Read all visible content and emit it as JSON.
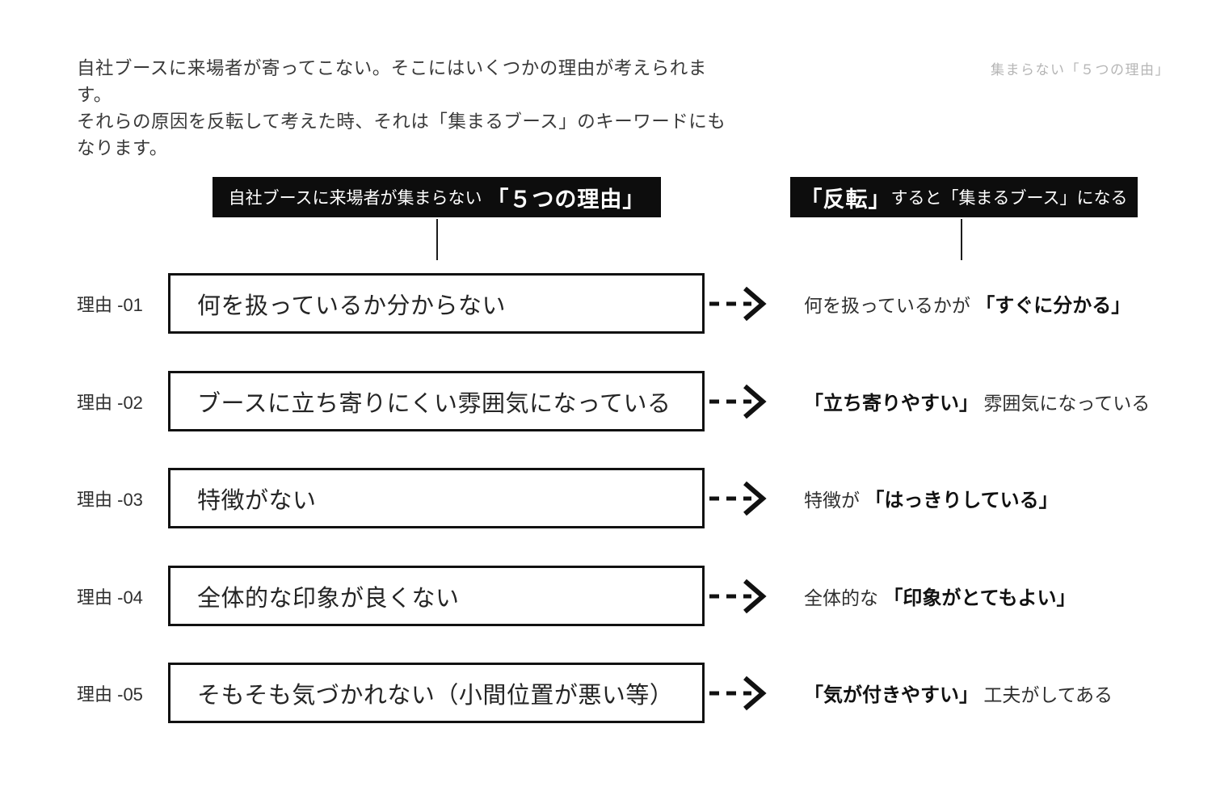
{
  "page": {
    "intro": "自社ブースに来場者が寄ってこない。そこにはいくつかの理由が考えられます。\nそれらの原因を反転して考えた時、それは「集まるブース」のキーワードにも\nなります。",
    "corner_note": "集まらない「５つの理由」"
  },
  "headers": {
    "left": {
      "segments": [
        {
          "text": "自社ブースに来場者が集まらない ",
          "bold": false
        },
        {
          "text": "「５つの理由」",
          "bold": true
        }
      ]
    },
    "right": {
      "segments": [
        {
          "text": "「反転」",
          "bold": true
        },
        {
          "text": "すると「集まるブース」になる",
          "bold": false
        }
      ]
    }
  },
  "rows": [
    {
      "label": "理由 -01",
      "reason": "何を扱っているか分からない",
      "result": [
        {
          "text": "何を扱っているかが ",
          "bold": false
        },
        {
          "text": "「すぐに分かる」",
          "bold": true
        }
      ]
    },
    {
      "label": "理由 -02",
      "reason": "ブースに立ち寄りにくい雰囲気になっている",
      "result": [
        {
          "text": "「立ち寄りやすい」",
          "bold": true
        },
        {
          "text": " 雰囲気になっている",
          "bold": false
        }
      ]
    },
    {
      "label": "理由 -03",
      "reason": "特徴がない",
      "result": [
        {
          "text": "特徴が ",
          "bold": false
        },
        {
          "text": "「はっきりしている」",
          "bold": true
        }
      ]
    },
    {
      "label": "理由 -04",
      "reason": "全体的な印象が良くない",
      "result": [
        {
          "text": "全体的な ",
          "bold": false
        },
        {
          "text": "「印象がとてもよい」",
          "bold": true
        }
      ]
    },
    {
      "label": "理由 -05",
      "reason": "そもそも気づかれない（小間位置が悪い等）",
      "result": [
        {
          "text": "「気が付きやすい」",
          "bold": true
        },
        {
          "text": " 工夫がしてある",
          "bold": false
        }
      ]
    }
  ],
  "colors": {
    "header_bg": "#0d0d0d",
    "header_text": "#ffffff",
    "box_border": "#111111",
    "body_text": "#2f2f2f",
    "note_gray": "#b5b5b5"
  }
}
